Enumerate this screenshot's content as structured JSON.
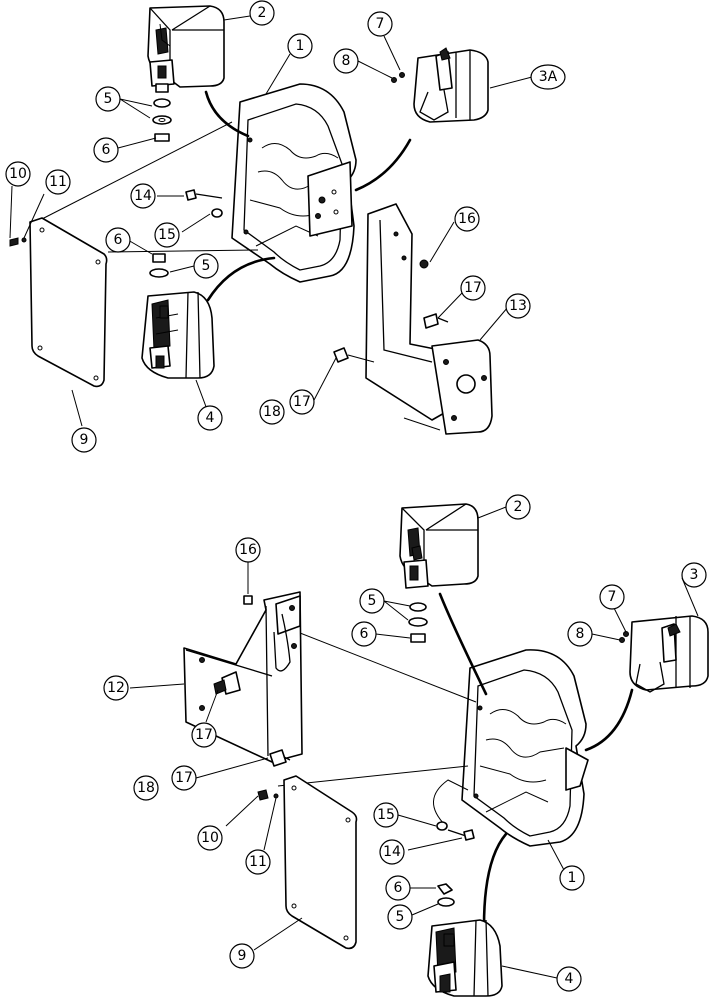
{
  "callouts": {
    "top": {
      "c1": "1",
      "c2": "2",
      "c3": "3A",
      "c4": "4",
      "c5a": "5",
      "c5b": "5",
      "c6a": "6",
      "c6b": "6",
      "c7": "7",
      "c8": "8",
      "c9": "9",
      "c10": "10",
      "c11": "11",
      "c13": "13",
      "c14": "14",
      "c15": "15",
      "c16": "16",
      "c17a": "17",
      "c17b": "17",
      "c18": "18"
    },
    "bottom": {
      "c1": "1",
      "c2": "2",
      "c3": "3",
      "c4": "4",
      "c5a": "5",
      "c5b": "5",
      "c6a": "6",
      "c6b": "6",
      "c7": "7",
      "c8": "8",
      "c9": "9",
      "c10": "10",
      "c11": "11",
      "c12": "12",
      "c14": "14",
      "c15": "15",
      "c16": "16",
      "c17a": "17",
      "c17b": "17",
      "c18": "18"
    }
  }
}
